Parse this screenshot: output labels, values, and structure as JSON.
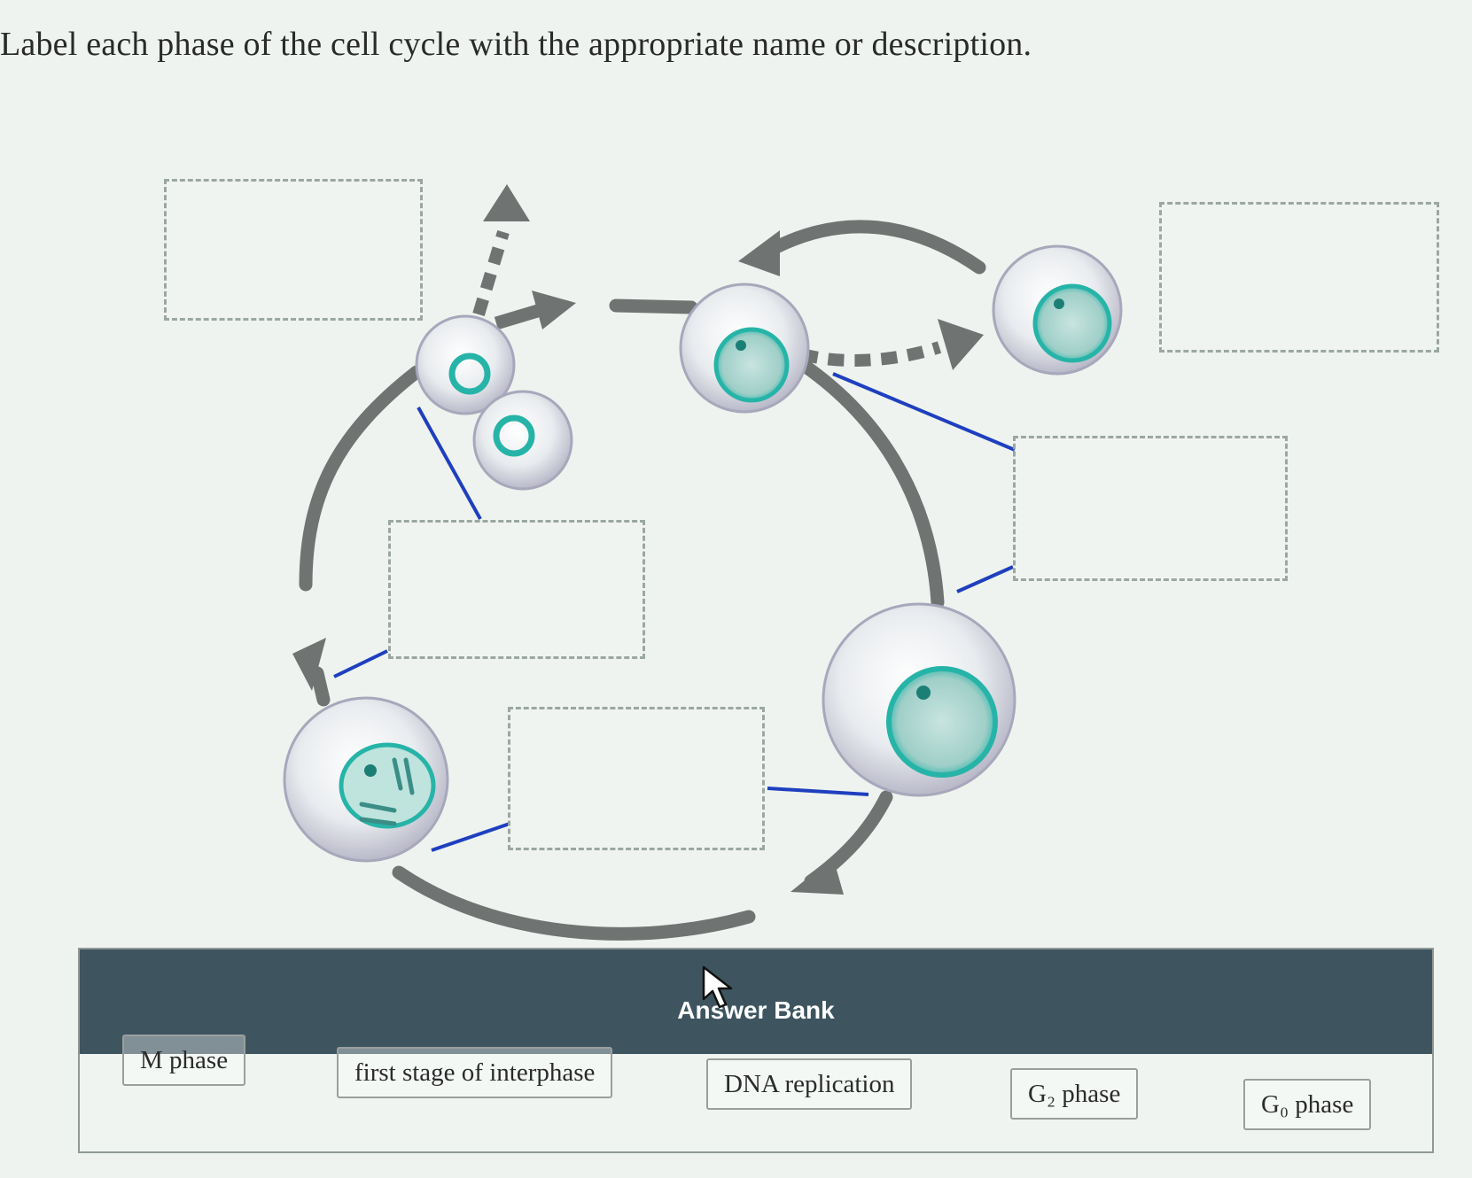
{
  "instruction": "Label each phase of the cell cycle with the appropriate name or description.",
  "answer_bank": {
    "title": "Answer Bank",
    "items": [
      {
        "label": "M phase"
      },
      {
        "label": "first stage of interphase"
      },
      {
        "label": "DNA replication"
      },
      {
        "label": "G₂ phase"
      },
      {
        "label": "G₀ phase"
      }
    ]
  },
  "colors": {
    "background": "#eef3ef",
    "header_bar": "#3e5560",
    "leader_line": "#1f3fbf",
    "cycle_arrow": "#6f7473",
    "nucleus": "#27b4a8"
  },
  "icons": {
    "cursor": "mouse-pointer-icon"
  }
}
